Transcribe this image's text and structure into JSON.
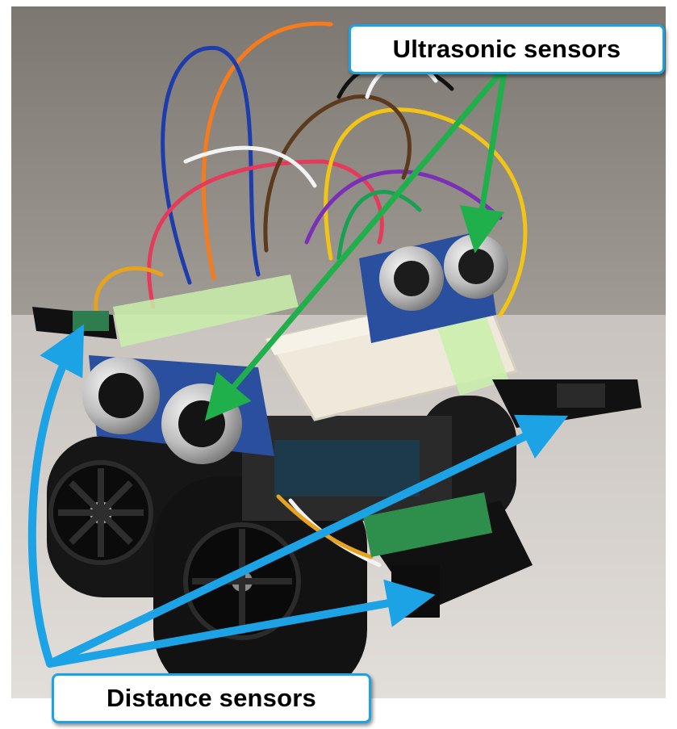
{
  "labels": {
    "ultrasonic": "Ultrasonic sensors",
    "distance": "Distance sensors"
  },
  "colors": {
    "ultrasonic_arrows": "#1fb04c",
    "distance_arrows": "#1ca3e6",
    "callout_border": "#1ca3e6",
    "tracks": "#161616",
    "breadboard": "#efe9dc",
    "tape": "#c9eeaa",
    "sensor_board": "#2a4f9e",
    "sensor_can": "#cfcfcf"
  },
  "icons": {
    "robot": "tracked-robot-photo",
    "arrow": "arrow-icon"
  }
}
